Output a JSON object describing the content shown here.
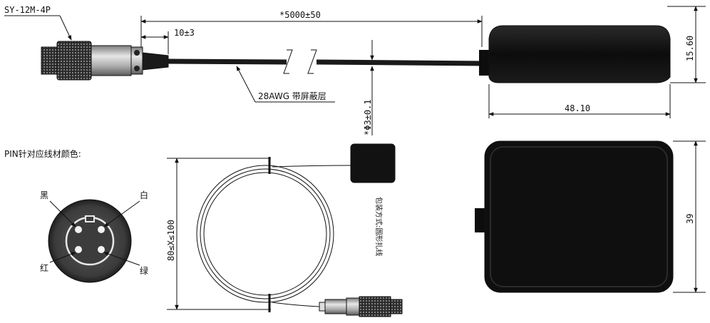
{
  "part_number": "SY-12M-4P",
  "dims": {
    "cable_length": "*5000±50",
    "strip_length": "10±3",
    "cable_diameter": "*Φ3±0.1",
    "box_height": "15.60",
    "box_width": "48.10",
    "box_depth": "39",
    "coil_diameter": "80≤X≤100"
  },
  "cable_spec": "28AWG 带屏蔽层",
  "packaging_note": "包装方式:圆形扎线",
  "pin_section": {
    "title": "PIN针对应线材颜色:",
    "pins": [
      {
        "label": "黑"
      },
      {
        "label": "白"
      },
      {
        "label": "红"
      },
      {
        "label": "绿"
      }
    ]
  },
  "colors": {
    "line": "#111111",
    "body_black": "#0d0d0d",
    "knurl": "#3a3a3a",
    "metal": "#b8b8b8"
  }
}
